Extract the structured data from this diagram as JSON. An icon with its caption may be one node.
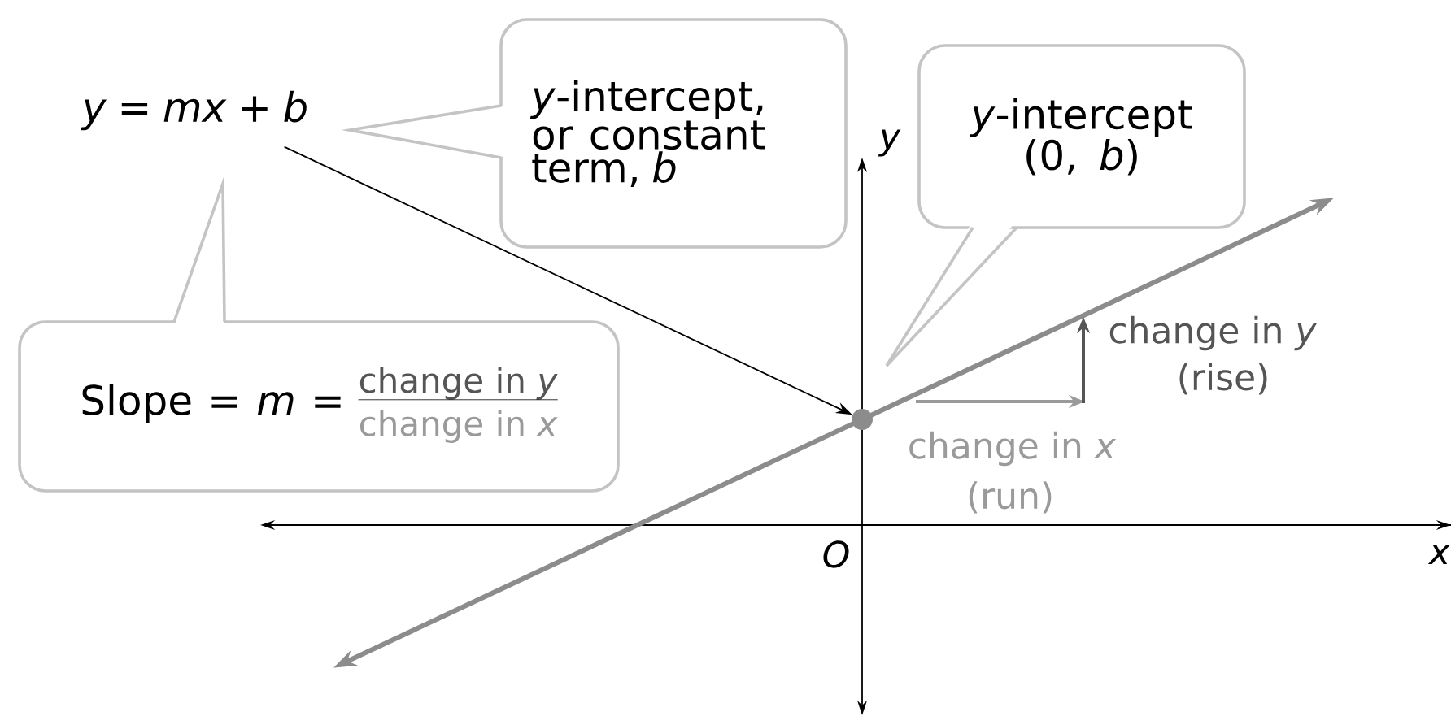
{
  "diagram": {
    "nodes": [
      {
        "text": [
          "*y* = *mx* + *b*"
        ]
      },
      {
        "text": [
          "*y*-intercept, or constant term, *b*"
        ]
      },
      {
        "text": [
          "*y*-intercept (0, *b*)"
        ]
      },
      {
        "text": [
          "Slope = *m* =",
          "change in *y*",
          "change in *x*"
        ]
      },
      {
        "text": [],
        "shape": "circle"
      }
    ],
    "edges": [
      {
        "from": 0,
        "to": 4,
        "arrow": "to"
      }
    ],
    "labels": [
      "y",
      "change in *y*",
      "(rise)",
      "change in *x*",
      "(run)",
      "O",
      "x"
    ]
  }
}
